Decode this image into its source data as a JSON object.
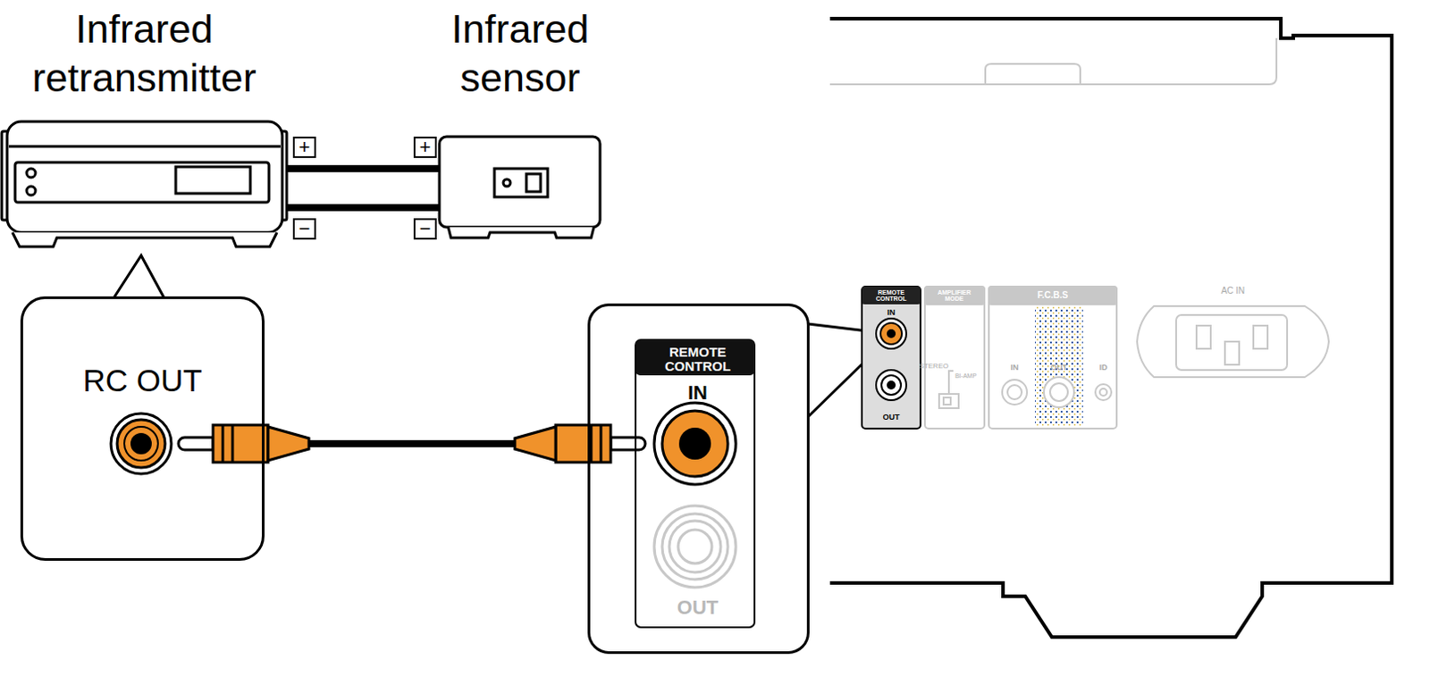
{
  "diagram": {
    "nodes": [
      {
        "text": [
          "Infrared retransmitter"
        ]
      },
      {
        "text": [
          "Infrared sensor"
        ]
      },
      {
        "text": [
          "RC OUT"
        ]
      },
      {
        "text": [
          "REMOTE CONTROL",
          "IN",
          "OUT"
        ]
      }
    ],
    "edges": [
      {
        "from": 0,
        "to": 1,
        "arrow": "none"
      },
      {
        "from": 0,
        "to": 1,
        "arrow": "none"
      },
      {
        "from": 2,
        "to": 3,
        "arrow": "none"
      }
    ],
    "labels": [
      "+",
      "+",
      "−",
      "−",
      "REMOTE CONTROL",
      "IN",
      "OUT",
      "AMPLIFIER MODE",
      "STEREO",
      "BI-AMP",
      "F.C.B.S",
      "IN",
      "OUT",
      "ID",
      "AC IN"
    ]
  }
}
